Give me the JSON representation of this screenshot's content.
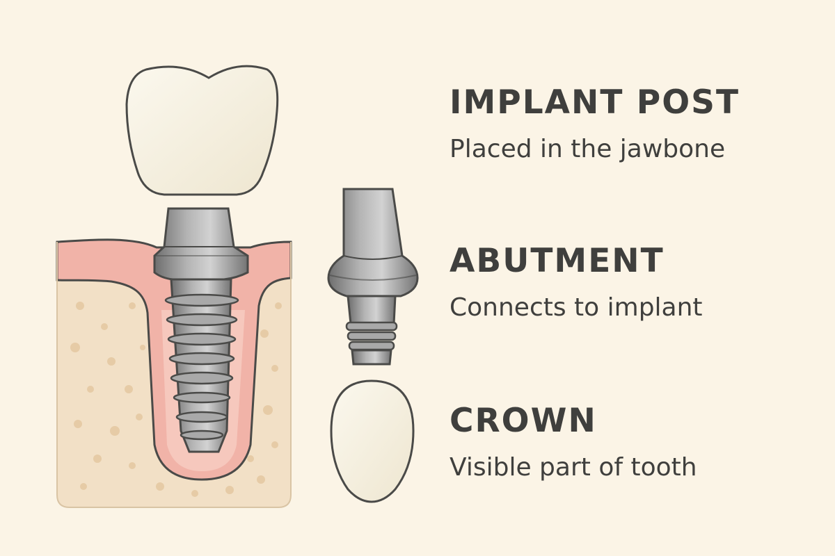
{
  "colors": {
    "background": "#fbf4e6",
    "bone": "#f2e0c6",
    "bone_spots": "#e6cba6",
    "gum": "#f1b3a8",
    "metal": "#9a9a9a",
    "crown": "#f6f1e3",
    "outline": "#4a4a48",
    "text": "#3f3f3d"
  },
  "labels": [
    {
      "title": "IMPLANT POST",
      "description": "Placed in the jawbone"
    },
    {
      "title": "ABUTMENT",
      "description": "Connects to implant"
    },
    {
      "title": "CROWN",
      "description": "Visible part of tooth"
    }
  ]
}
